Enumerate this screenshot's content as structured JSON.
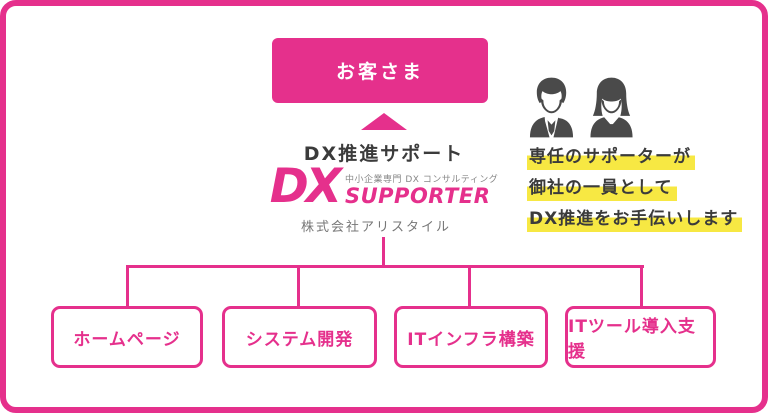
{
  "colors": {
    "pink": "#e5308c",
    "dark_text": "#3b3b3b",
    "gray_text": "#777777",
    "highlight_yellow": "#f7e843",
    "icon_gray": "#4a4a4a",
    "white": "#ffffff"
  },
  "customer_box": {
    "label": "お客さま"
  },
  "arrow": {
    "direction": "up"
  },
  "support_label": "DX推進サポート",
  "logo": {
    "dx": "DX",
    "tagline": "中小企業専門 DX コンサルティング",
    "supporter": "SUPPORTER",
    "company": "株式会社アリスタイル"
  },
  "supporters": {
    "icons": [
      "male-supporter-icon",
      "female-supporter-icon"
    ],
    "lines": [
      "専任のサポーターが",
      "御社の一員として",
      "DX推進をお手伝いします"
    ]
  },
  "services": [
    {
      "label": "ホームページ"
    },
    {
      "label": "システム開発"
    },
    {
      "label": "ITインフラ構築"
    },
    {
      "label": "ITツール導入支援"
    }
  ]
}
